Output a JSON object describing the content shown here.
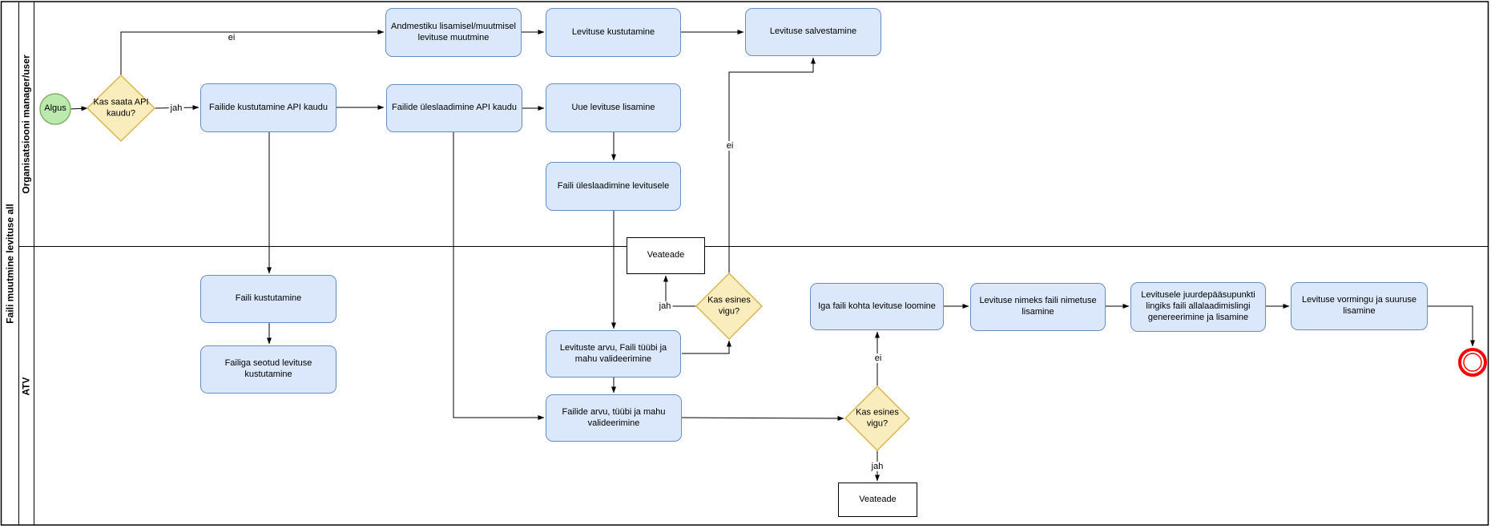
{
  "diagram": {
    "pool_label": "Faili muutmine levituse all",
    "lanes": [
      {
        "label": "Organisatsiooni manager/user"
      },
      {
        "label": "ATV"
      }
    ]
  },
  "nodes": [
    {
      "id": "algus",
      "type": "start",
      "label": "Algus"
    },
    {
      "id": "kas-saata-api-kaudu",
      "type": "decision",
      "label": "Kas saata API kaudu?"
    },
    {
      "id": "failide-kustutamine-api-kaudu",
      "type": "process",
      "label": "Failide kustutamine API kaudu"
    },
    {
      "id": "andmestiku-lisamisel-muutmisel-levituse-muutmine",
      "type": "process",
      "label": "Andmestiku lisamisel/muutmisel levituse muutmine"
    },
    {
      "id": "failide-uleslaadimine-api-kaudu",
      "type": "process",
      "label": "Failide üleslaadimine API kaudu"
    },
    {
      "id": "levituse-kustutamine",
      "type": "process",
      "label": "Levituse kustutamine"
    },
    {
      "id": "uue-levituse-lisamine",
      "type": "process",
      "label": "Uue levituse lisamine"
    },
    {
      "id": "levituse-salvestamine",
      "type": "process",
      "label": "Levituse salvestamine"
    },
    {
      "id": "faili-uleslaadimine-levitusele",
      "type": "process",
      "label": "Faili üleslaadimine levitusele"
    },
    {
      "id": "veateade-1",
      "type": "message",
      "label": "Veateade"
    },
    {
      "id": "faili-kustutamine",
      "type": "process",
      "label": "Faili kustutamine"
    },
    {
      "id": "failiga-seotud-levituse-kustutamine",
      "type": "process",
      "label": "Failiga seotud levituse kustutamine"
    },
    {
      "id": "kas-esines-vigu-1",
      "type": "decision",
      "label": "Kas esines vigu?"
    },
    {
      "id": "levituste-arvu-faili-tuubi-ja-mahu-valideerimine",
      "type": "process",
      "label": "Levituste arvu, Faili tüübi ja mahu valideerimine"
    },
    {
      "id": "failide-arvu-tuubi-ja-mahu-valideerimine",
      "type": "process",
      "label": "Failide arvu, tüübi ja mahu valideerimine"
    },
    {
      "id": "iga-faili-kohta-levituse-loomine",
      "type": "process",
      "label": "Iga faili kohta levituse loomine"
    },
    {
      "id": "levituse-nimeks-faili-nimetuse-lisamine",
      "type": "process",
      "label": "Levituse nimeks faili nimetuse lisamine"
    },
    {
      "id": "levitusele-juurdepaasupunkti-lingi-genereerimine",
      "type": "process",
      "label": "Levitusele juurdepääsupunkti lingiks faili allalaadimislingi genereerimine ja lisamine"
    },
    {
      "id": "levituse-vormingu-ja-suuruse-lisamine",
      "type": "process",
      "label": "Levituse vormingu ja suuruse lisamine"
    },
    {
      "id": "kas-esines-vigu-2",
      "type": "decision",
      "label": "Kas esines vigu?"
    },
    {
      "id": "veateade-2",
      "type": "message",
      "label": "Veateade"
    },
    {
      "id": "lopp",
      "type": "end"
    }
  ],
  "edge_labels": [
    {
      "id": "ei-1",
      "label": "ei"
    },
    {
      "id": "jah-1",
      "label": "jah"
    },
    {
      "id": "ei-2",
      "label": "ei"
    },
    {
      "id": "jah-2",
      "label": "jah"
    },
    {
      "id": "ei-3",
      "label": "ei"
    },
    {
      "id": "jah-3",
      "label": "jah"
    }
  ],
  "colors": {
    "process_fill": "#dbe8fc",
    "process_stroke": "#6c8ebf",
    "decision_fill": "#faedbd",
    "decision_stroke": "#d6b656",
    "start_fill": "#bce9ad",
    "start_stroke": "#82b366",
    "end_stroke": "#ff0000",
    "connector": "#000000",
    "frame": "#000000"
  }
}
